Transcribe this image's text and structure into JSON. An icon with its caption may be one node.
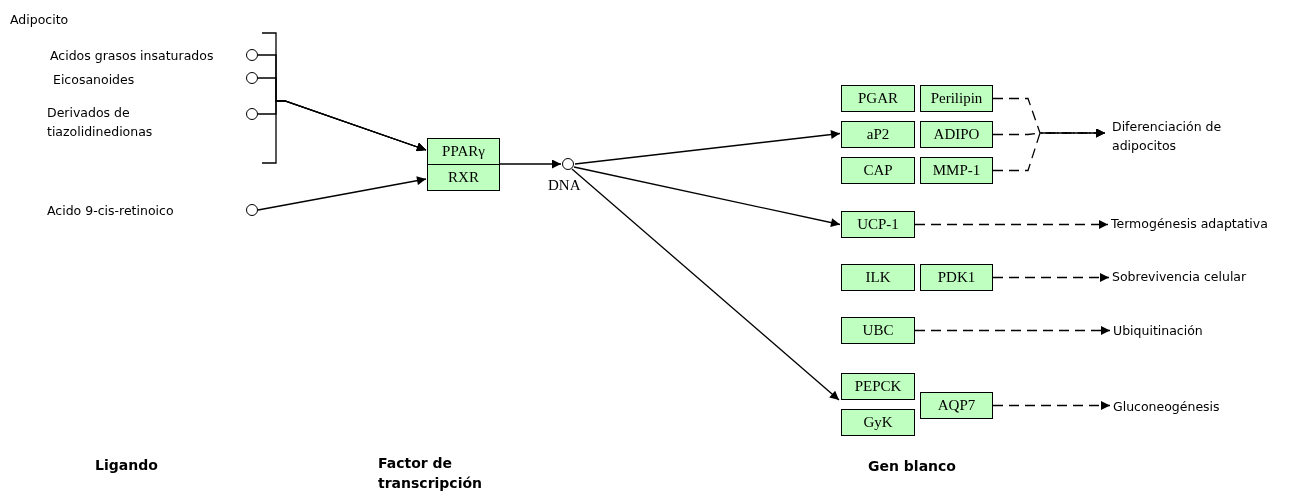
{
  "diagram": {
    "nodes": [
      {
        "text": [],
        "shape": "circle"
      },
      {
        "text": [],
        "shape": "circle"
      },
      {
        "text": [],
        "shape": "circle"
      },
      {
        "text": [],
        "shape": "circle"
      },
      {
        "text": [
          "PPARγ"
        ]
      },
      {
        "text": [
          "RXR"
        ]
      },
      {
        "text": [],
        "shape": "circle",
        "beside": [
          "DNA"
        ]
      },
      {
        "text": [
          "PGAR"
        ]
      },
      {
        "text": [
          "Perilipin"
        ]
      },
      {
        "text": [
          "aP2"
        ]
      },
      {
        "text": [
          "ADIPO"
        ]
      },
      {
        "text": [
          "CAP"
        ]
      },
      {
        "text": [
          "MMP-1"
        ]
      },
      {
        "text": [
          "UCP-1"
        ]
      },
      {
        "text": [
          "ILK"
        ]
      },
      {
        "text": [
          "PDK1"
        ]
      },
      {
        "text": [
          "UBC"
        ]
      },
      {
        "text": [
          "PEPCK"
        ]
      },
      {
        "text": [
          "GyK"
        ]
      },
      {
        "text": [
          "AQP7"
        ]
      },
      {
        "text": [
          "Diferenciación de adipocitos"
        ]
      },
      {
        "text": [
          "Termogénesis adaptativa"
        ]
      },
      {
        "text": [
          "Sobrevivencia celular"
        ]
      },
      {
        "text": [
          "Ubiquitinación"
        ]
      },
      {
        "text": [
          "Gluconeogénesis"
        ]
      }
    ],
    "edges": [
      {
        "from": 0,
        "to": 4,
        "arrow": "to"
      },
      {
        "from": 1,
        "to": 4,
        "arrow": "to"
      },
      {
        "from": 2,
        "to": 4,
        "arrow": "to"
      },
      {
        "from": 3,
        "to": 5,
        "arrow": "to"
      },
      {
        "from": 4,
        "to": 6,
        "arrow": "to"
      },
      {
        "from": 6,
        "to": 9,
        "arrow": "to"
      },
      {
        "from": 6,
        "to": 13,
        "arrow": "to"
      },
      {
        "from": 6,
        "to": 17,
        "arrow": "to"
      },
      {
        "from": 8,
        "to": 20,
        "arrow": "to",
        "style": "dashed"
      },
      {
        "from": 10,
        "to": 20,
        "arrow": "to",
        "style": "dashed"
      },
      {
        "from": 12,
        "to": 20,
        "arrow": "to",
        "style": "dashed"
      },
      {
        "from": 13,
        "to": 21,
        "arrow": "to",
        "style": "dashed"
      },
      {
        "from": 15,
        "to": 22,
        "arrow": "to",
        "style": "dashed"
      },
      {
        "from": 16,
        "to": 23,
        "arrow": "to",
        "style": "dashed"
      },
      {
        "from": 19,
        "to": 24,
        "arrow": "to",
        "style": "dashed"
      }
    ],
    "labels": [
      "Adipocito",
      "Acidos grasos insaturados",
      "Eicosanoides",
      "Derivados de tiazolidinedionas",
      "Acido 9-cis-retinoico",
      "Ligando",
      "Factor de transcripción",
      "Gen blanco"
    ]
  }
}
